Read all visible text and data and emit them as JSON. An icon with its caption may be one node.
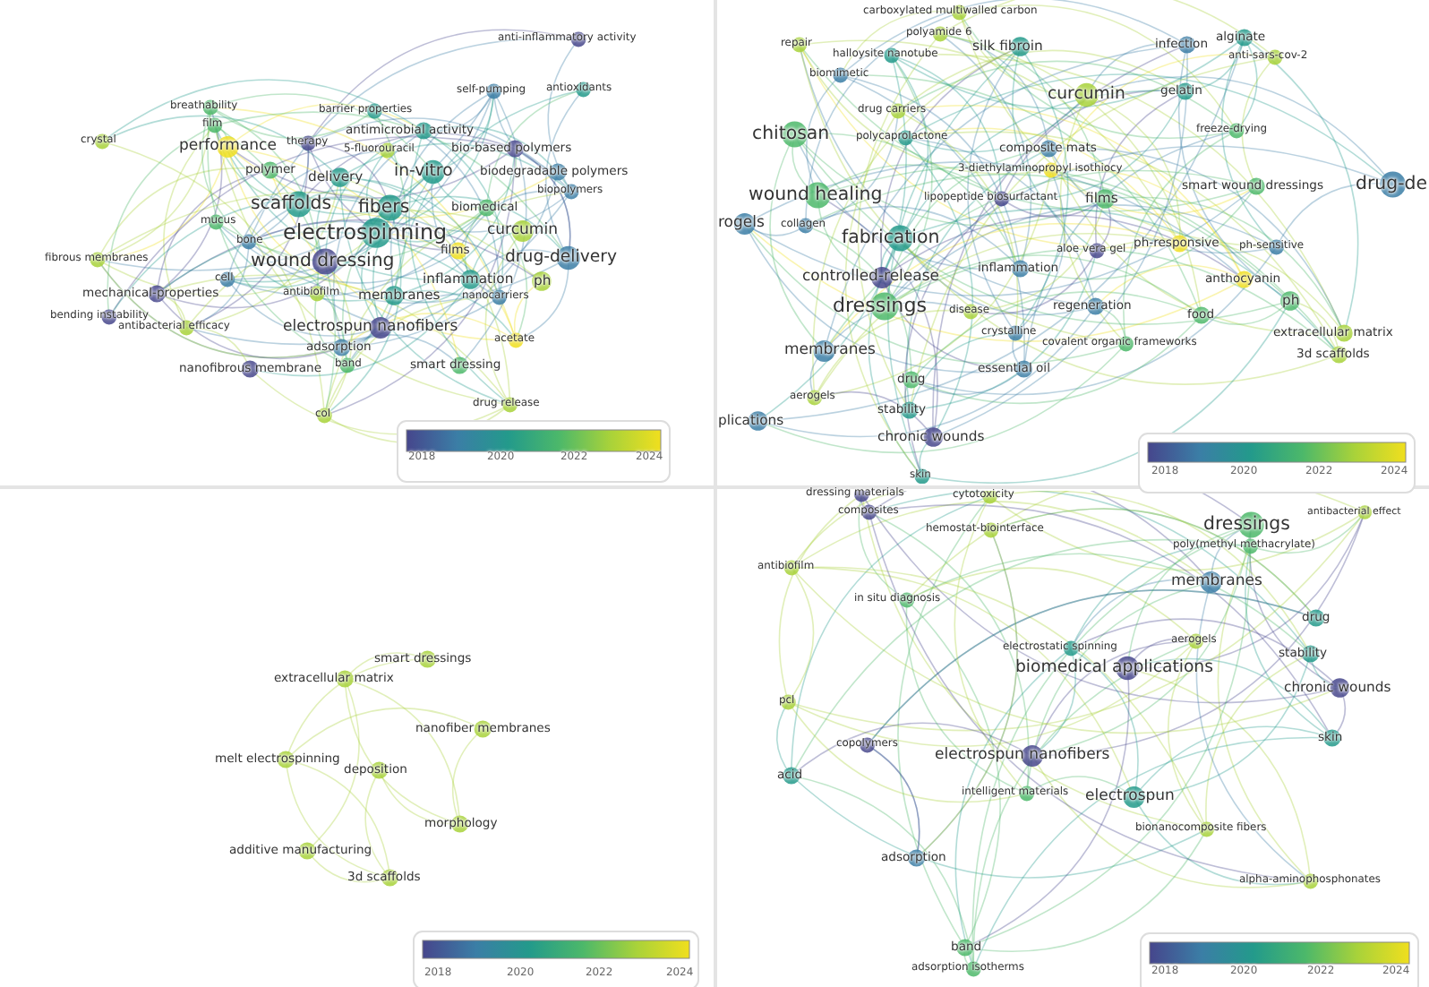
{
  "diagram": {
    "labels": [
      "anti-inflammatory activity",
      "self-pumping",
      "antioxidants",
      "breathability",
      "film",
      "barrier properties",
      "antimicrobial activity",
      "crystal",
      "performance",
      "therapy",
      "5-fluorouracil",
      "bio-based polymers",
      "polymer",
      "delivery",
      "in-vitro",
      "biodegradable polymers",
      "biopolymers",
      "scaffolds",
      "fibers",
      "biomedical",
      "mucus",
      "electrospinning",
      "curcumin",
      "bone",
      "fibrous membranes",
      "wound dressing",
      "drug-delivery",
      "films",
      "cell",
      "inflammation",
      "ph",
      "mechanical-properties",
      "antibiofilm",
      "membranes",
      "nanocarriers",
      "bending instability",
      "antibacterial efficacy",
      "electrospun nanofibers",
      "acetate",
      "adsorption",
      "nanofibrous membrane",
      "band",
      "smart dressing",
      "drug release",
      "col",
      "2018",
      "2020",
      "2022",
      "2024",
      "carboxylated multiwalled carbon",
      "polyamide 6",
      "repair",
      "halloysite nanotube",
      "silk fibroin",
      "biomimetic",
      "infection",
      "alginate",
      "anti-sars-cov-2",
      "curcumin",
      "gelatin",
      "drug carriers",
      "chitosan",
      "polycaprolactone",
      "composite mats",
      "3-diethylaminopropyl isothiocy",
      "freeze-drying",
      "wound healing",
      "lipopeptide biosurfactant",
      "smart wound dressings",
      "drug-de",
      "films",
      "rogels",
      "collagen",
      "fabrication",
      "aloe vera gel",
      "ph-responsive",
      "ph-sensitive",
      "inflammation",
      "controlled-release",
      "anthocyanin",
      "dressings",
      "disease",
      "regeneration",
      "food",
      "ph",
      "crystalline",
      "covalent organic frameworks",
      "extracellular matrix",
      "membranes",
      "3d scaffolds",
      "essential oil",
      "drug",
      "aerogels",
      "plications",
      "stability",
      "chronic wounds",
      "skin",
      "2018",
      "2020",
      "2022",
      "2024",
      "smart dressings",
      "extracellular matrix",
      "nanofiber membranes",
      "melt electrospinning",
      "deposition",
      "morphology",
      "additive manufacturing",
      "3d scaffolds",
      "2018",
      "2020",
      "2022",
      "2024",
      "dressing materials",
      "composites",
      "cytotoxicity",
      "hemostat-biointerface",
      "dressings",
      "antibacterial effect",
      "poly(methyl methacrylate)",
      "antibiofilm",
      "membranes",
      "in situ diagnosis",
      "drug",
      "electrostatic spinning",
      "aerogels",
      "biomedical applications",
      "stability",
      "chronic wounds",
      "pcl",
      "copolymers",
      "skin",
      "acid",
      "electrospun nanofibers",
      "intelligent materials",
      "electrospun",
      "bionanocomposite fibers",
      "adsorption",
      "alpha-aminophosphonates",
      "band",
      "adsorption isotherms",
      "2018",
      "2020",
      "2022",
      "2024"
    ]
  }
}
